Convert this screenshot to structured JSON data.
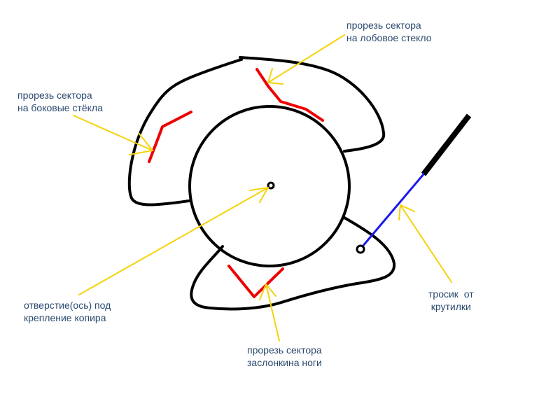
{
  "labels": {
    "windshield": {
      "line1": "прорезь сектора",
      "line2": "на лобовое стекло"
    },
    "side_glass": {
      "line1": "прорезь сектора",
      "line2": "на боковые стёкла"
    },
    "axis_hole": {
      "line1": "отверстие(ось) под",
      "line2": "крепление копира"
    },
    "leg_flap": {
      "line1": "прорезь сектора",
      "line2": "заслонкина ноги"
    },
    "cable": {
      "line1": "тросик  от",
      "line2": "крутилки"
    }
  },
  "colors": {
    "outline": "#000000",
    "slot": "#ee0000",
    "arrow": "#f5d20a",
    "cable": "#1a1aee",
    "text": "#2b4a6f"
  }
}
